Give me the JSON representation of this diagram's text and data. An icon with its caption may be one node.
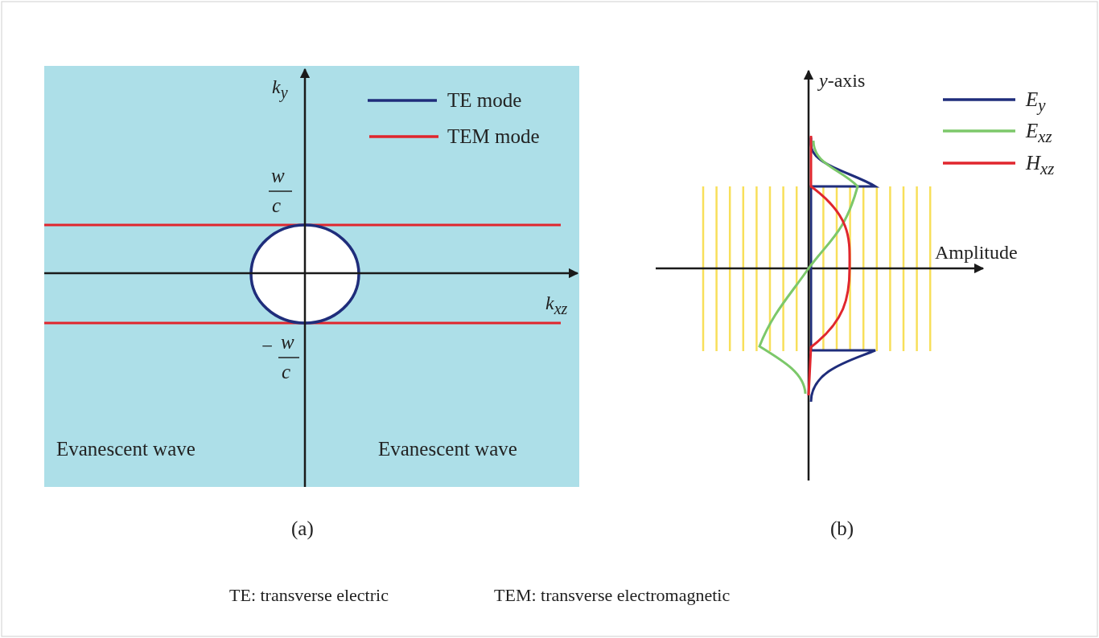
{
  "diagram": {
    "labels": [
      "k$_{y}$",
      "w",
      "c",
      "−",
      "w",
      "c",
      "k$_{xz}$",
      "Evanescent wave",
      "Evanescent wave",
      "(a)",
      "*y*-axis",
      "Amplitude",
      "(b)",
      "TE: transverse electric",
      "TEM: transverse electromagnetic"
    ],
    "legend": [
      {
        "text": "TE mode"
      },
      {
        "text": "TEM mode"
      },
      {
        "text": "E$_{y}$"
      },
      {
        "text": "E$_{xz}$"
      },
      {
        "text": "H$_{xz}$"
      }
    ]
  }
}
